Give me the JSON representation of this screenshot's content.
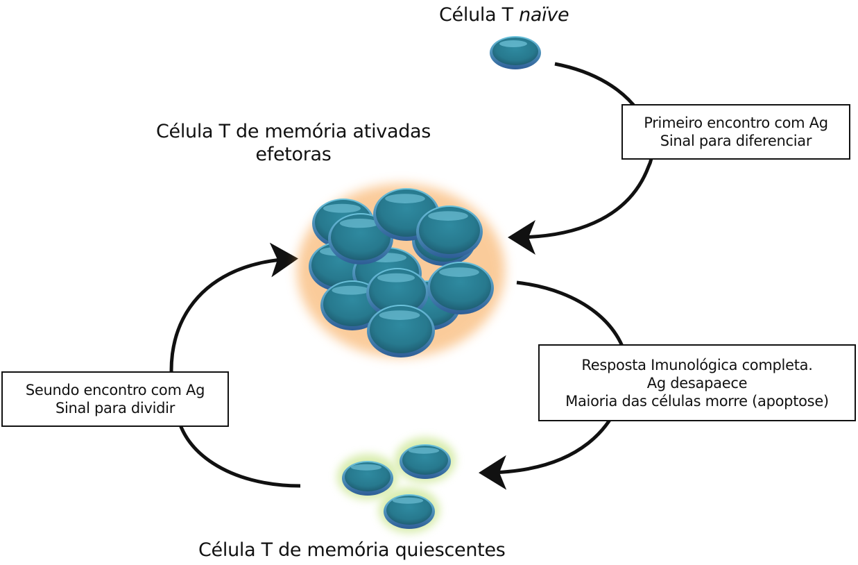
{
  "title_naive": {
    "prefix": "Célula T ",
    "italic": "naïve"
  },
  "title_effector": {
    "line1": "Célula T de memória ativadas",
    "line2": "efetoras"
  },
  "title_quiescent": "Célula T de memória quiescentes",
  "boxes": {
    "first_encounter": {
      "line1": "Primeiro encontro com Ag",
      "line2": "Sinal para diferenciar"
    },
    "immune_response": {
      "line1": "Resposta Imunológica completa.",
      "line2": "Ag desapaece",
      "line3": "Maioria das células morre (apoptose)"
    },
    "second_encounter": {
      "line1": "Seundo encontro com Ag",
      "line2": "Sinal para dividir"
    }
  },
  "colors": {
    "cell_fill": "#2c8196",
    "cell_rim": "#3e6ea8",
    "effector_glow": "#f7a24a",
    "quiescent_glow": "#cfe89a",
    "arrow": "#111111"
  }
}
